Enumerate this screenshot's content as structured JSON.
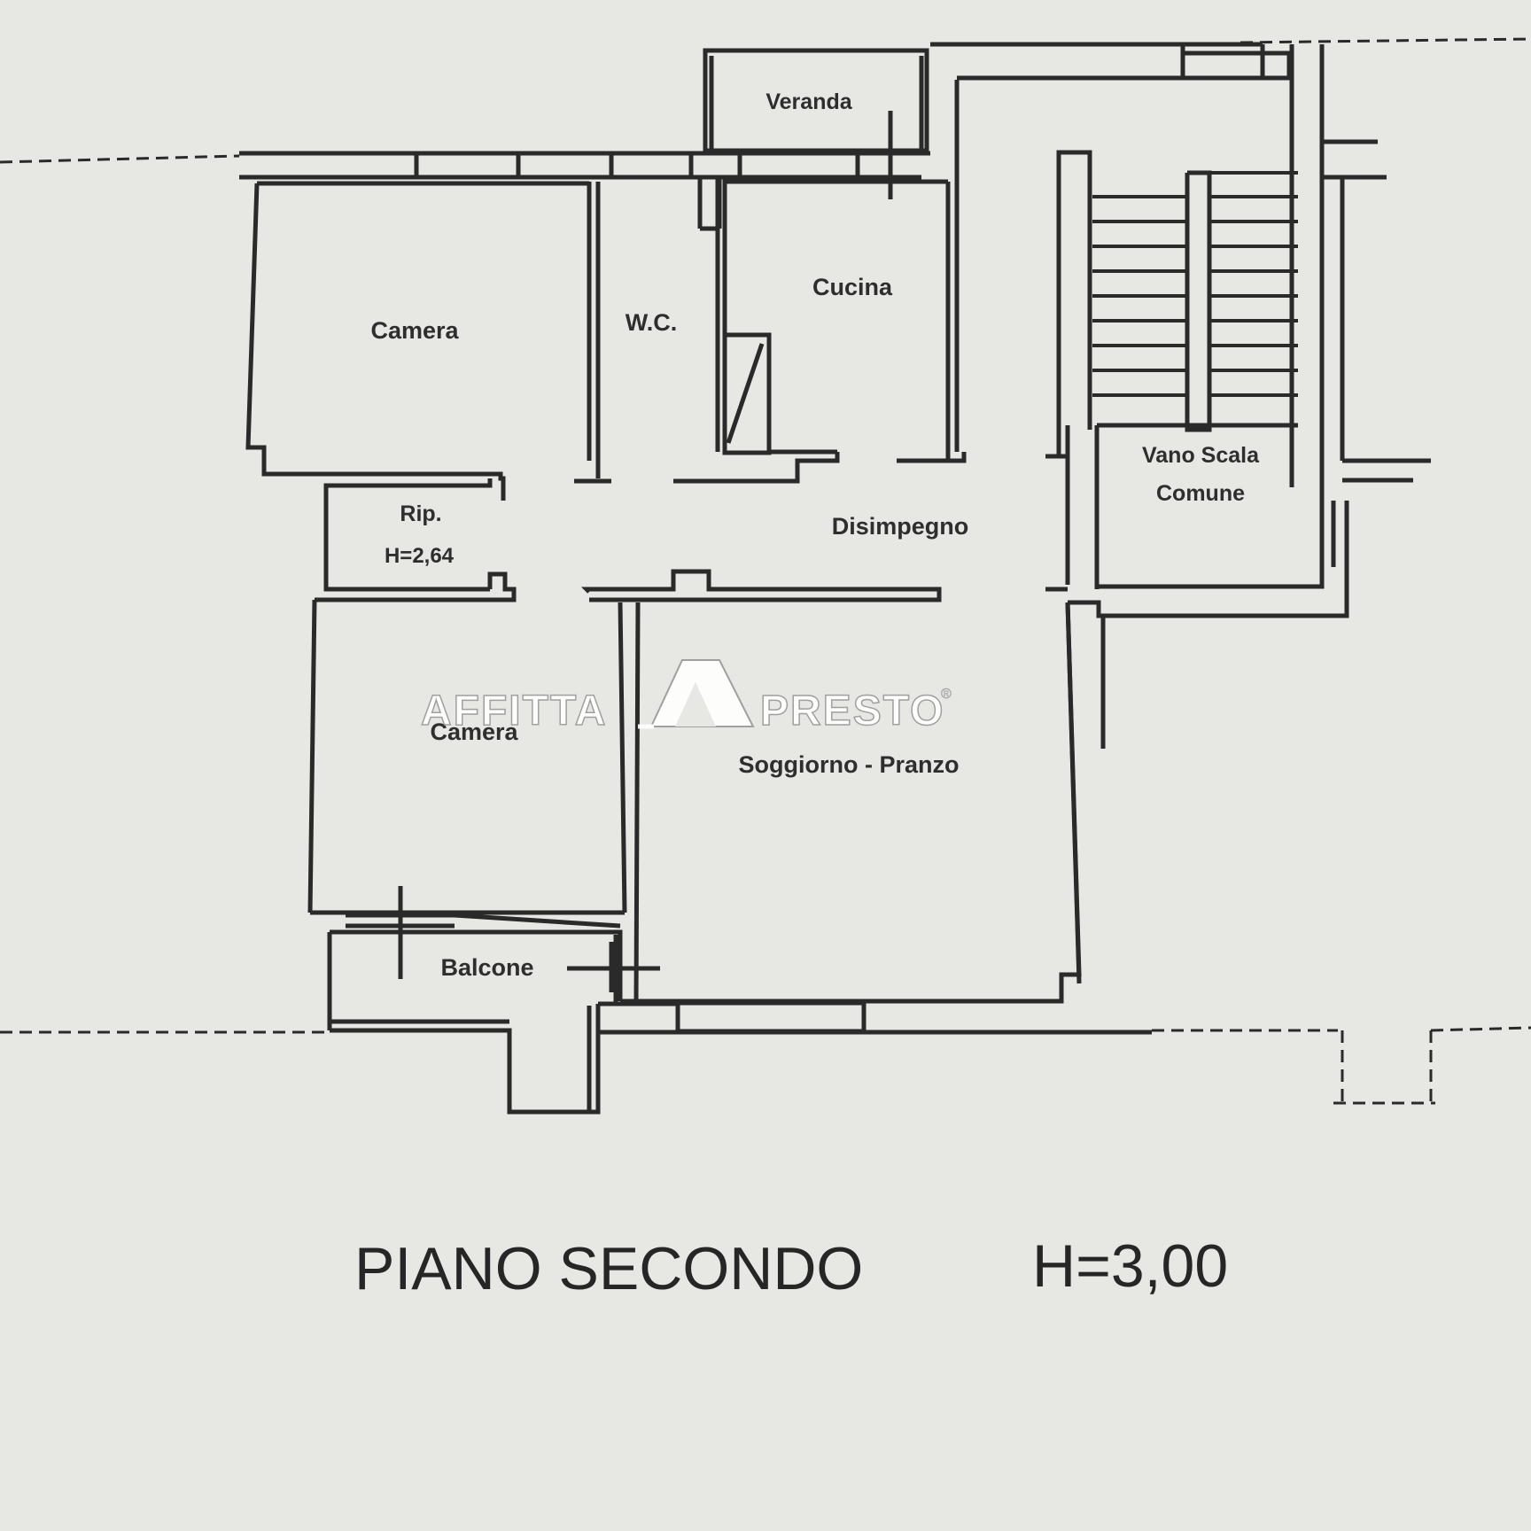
{
  "plan": {
    "rooms": {
      "veranda": "Veranda",
      "camera_top": "Camera",
      "wc": "W.C.",
      "cucina": "Cucina",
      "rip": "Rip.",
      "rip_height": "H=2,64",
      "disimpegno": "Disimpegno",
      "vano_scala_1": "Vano Scala",
      "vano_scala_2": "Comune",
      "camera_bottom": "Camera",
      "soggiorno": "Soggiorno - Pranzo",
      "balcone": "Balcone"
    },
    "caption": {
      "floor": "PIANO SECONDO",
      "height": "H=3,00"
    },
    "watermark": {
      "left": "AFFITTA",
      "right": "PRESTO",
      "reg": "®"
    }
  },
  "colors": {
    "paper": "#e7e7e3",
    "wall": "#2a2a2a",
    "text": "#2e2e2e",
    "watermark": "#ffffff"
  }
}
